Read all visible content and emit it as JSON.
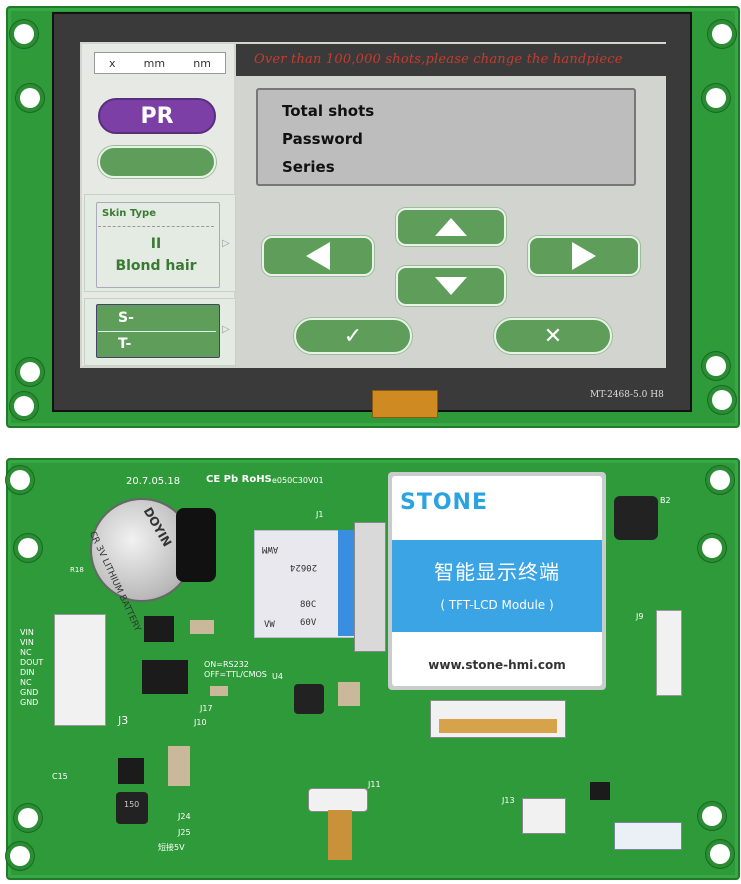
{
  "display": {
    "unit_options": [
      "x",
      "mm",
      "nm"
    ],
    "banner": "Over than 100,000 shots,please change the handpiece",
    "pr_button": "PR",
    "skin_type": {
      "title": "Skin Type",
      "value_1": "II",
      "value_2": "Blond hair"
    },
    "st_panel": {
      "s_label": "S-",
      "t_label": "T-"
    },
    "info_lines": [
      "Total shots",
      "Password",
      "Series"
    ],
    "model": "MT-2468-5.0 H8"
  },
  "pcb": {
    "date_code": "20.7.05.18",
    "cert_marks": "CE Pb RoHS",
    "part_code": "e050C30V01",
    "battery_brand": "DOYIN",
    "battery_model": "CR 3V LITHIUM BATTERY",
    "sticker_brand": "STONE",
    "sticker_chinese": "智能显示终端",
    "sticker_module": "( TFT-LCD Module )",
    "sticker_web": "www.stone-hmi.com",
    "ffc_lines": [
      "AWM",
      "20624",
      "80C",
      "60V",
      "VW"
    ],
    "pin_labels": [
      "VIN",
      "VIN",
      "NC",
      "DOUT",
      "DIN",
      "NC",
      "GND",
      "GND"
    ],
    "silk": {
      "j3": "J3",
      "j9": "J9",
      "j10": "J10",
      "j11": "J11",
      "j13": "J13",
      "j17": "J17",
      "j24": "J24",
      "j25": "J25",
      "j1": "J1",
      "b2": "B2",
      "rs232": "ON=RS232",
      "ttl": "OFF=TTL/CMOS",
      "short5v": "短接5V",
      "r18": "R18",
      "c15": "C15",
      "u4": "U4",
      "l50": "150"
    }
  }
}
